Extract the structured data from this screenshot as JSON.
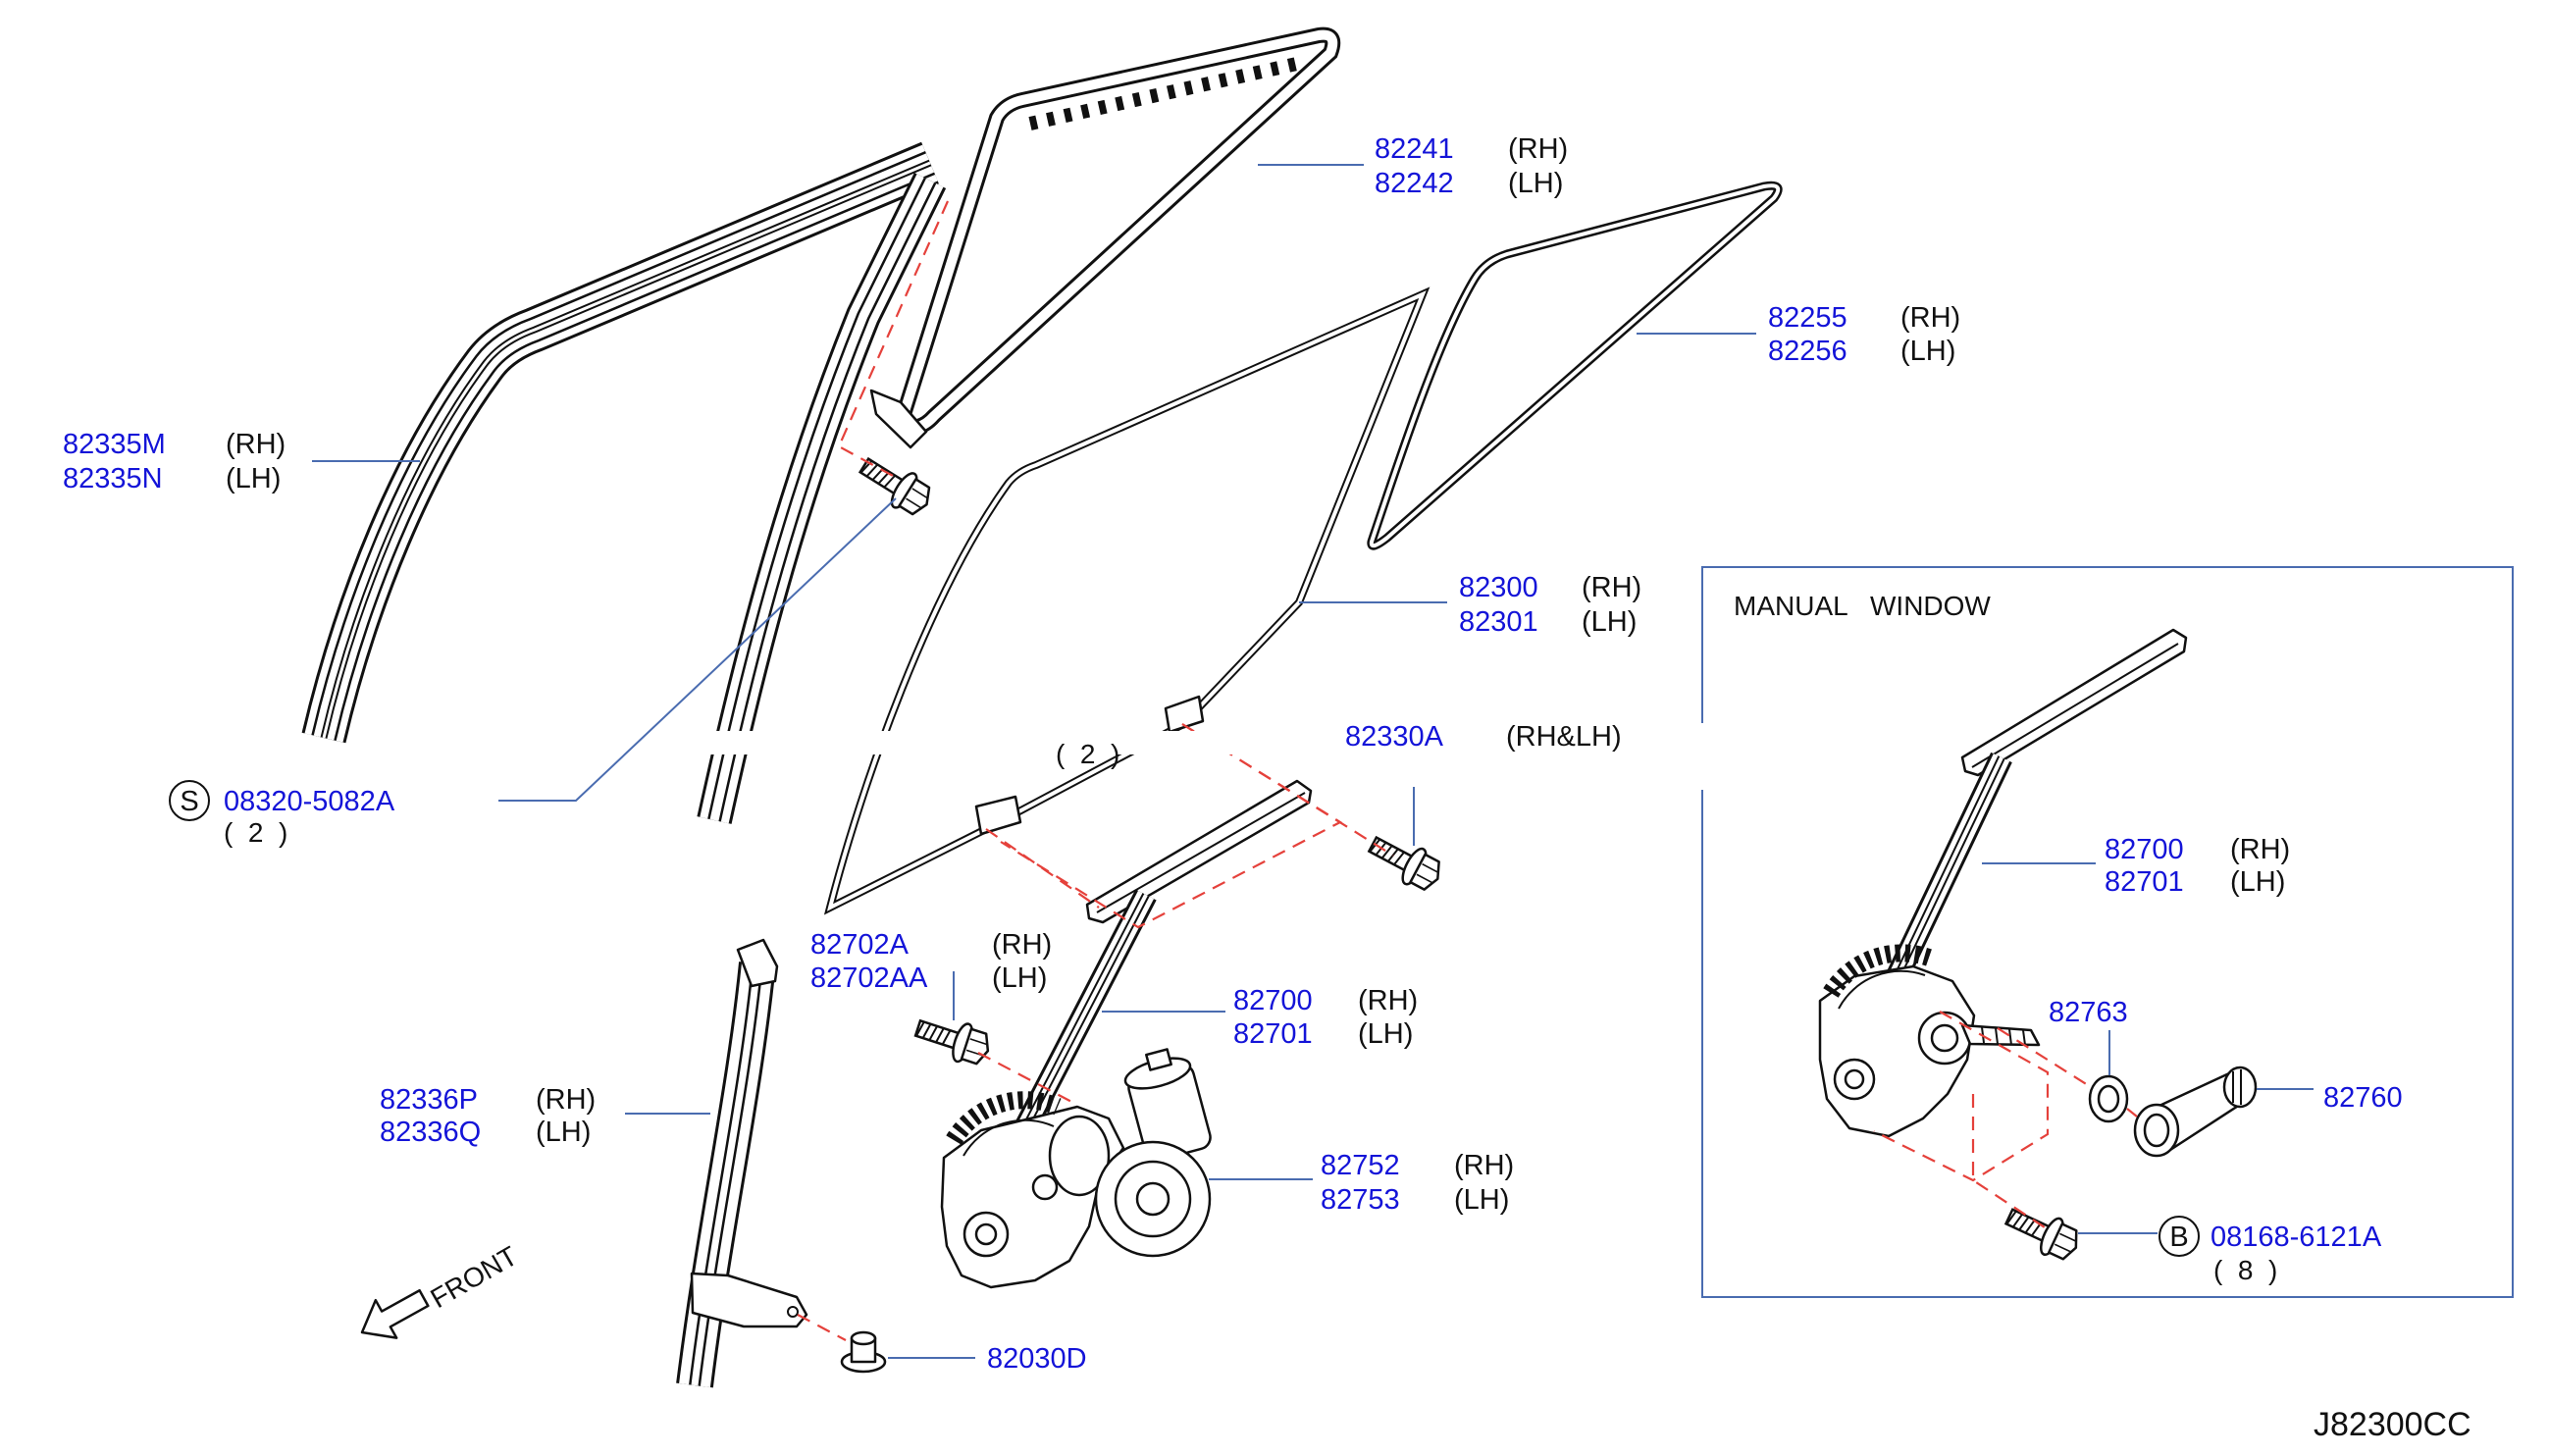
{
  "drawing_code": "J82300CC",
  "front_label": "FRONT",
  "manual_window": {
    "title": "MANUAL   WINDOW"
  },
  "colors": {
    "part_number": "#1414d8",
    "leader": "#4a6cb0",
    "dashed": "#e5413b"
  },
  "callouts": {
    "quarter_sash": {
      "rh_part": "82241",
      "rh_side": "(RH)",
      "lh_part": "82242",
      "lh_side": "(LH)"
    },
    "quarter_glass": {
      "rh_part": "82255",
      "rh_side": "(RH)",
      "lh_part": "82256",
      "lh_side": "(LH)"
    },
    "sash_molding": {
      "rh_part": "82335M",
      "rh_side": "(RH)",
      "lh_part": "82335N",
      "lh_side": "(LH)"
    },
    "door_glass": {
      "rh_part": "82300",
      "rh_side": "(RH)",
      "lh_part": "82301",
      "lh_side": "(LH)"
    },
    "glass_bolt": {
      "part": "82330A",
      "side": "(RH&LH)",
      "qty": "(  2  )"
    },
    "screw_s": {
      "symbol": "S",
      "part": "08320-5082A",
      "qty": "(  2  )"
    },
    "regulator_bolt": {
      "rh_part": "82702A",
      "rh_side": "(RH)",
      "lh_part": "82702AA",
      "lh_side": "(LH)"
    },
    "power_regulator": {
      "rh_part": "82700",
      "rh_side": "(RH)",
      "lh_part": "82701",
      "lh_side": "(LH)"
    },
    "lower_sash": {
      "rh_part": "82336P",
      "rh_side": "(RH)",
      "lh_part": "82336Q",
      "lh_side": "(LH)"
    },
    "motor": {
      "rh_part": "82752",
      "rh_side": "(RH)",
      "lh_part": "82753",
      "lh_side": "(LH)"
    },
    "clip": {
      "part": "82030D"
    },
    "manual_regulator": {
      "rh_part": "82700",
      "rh_side": "(RH)",
      "lh_part": "82701",
      "lh_side": "(LH)"
    },
    "washer": {
      "part": "82763"
    },
    "handle": {
      "part": "82760"
    },
    "bolt_b": {
      "symbol": "B",
      "part": "08168-6121A",
      "qty": "(  8  )"
    }
  }
}
